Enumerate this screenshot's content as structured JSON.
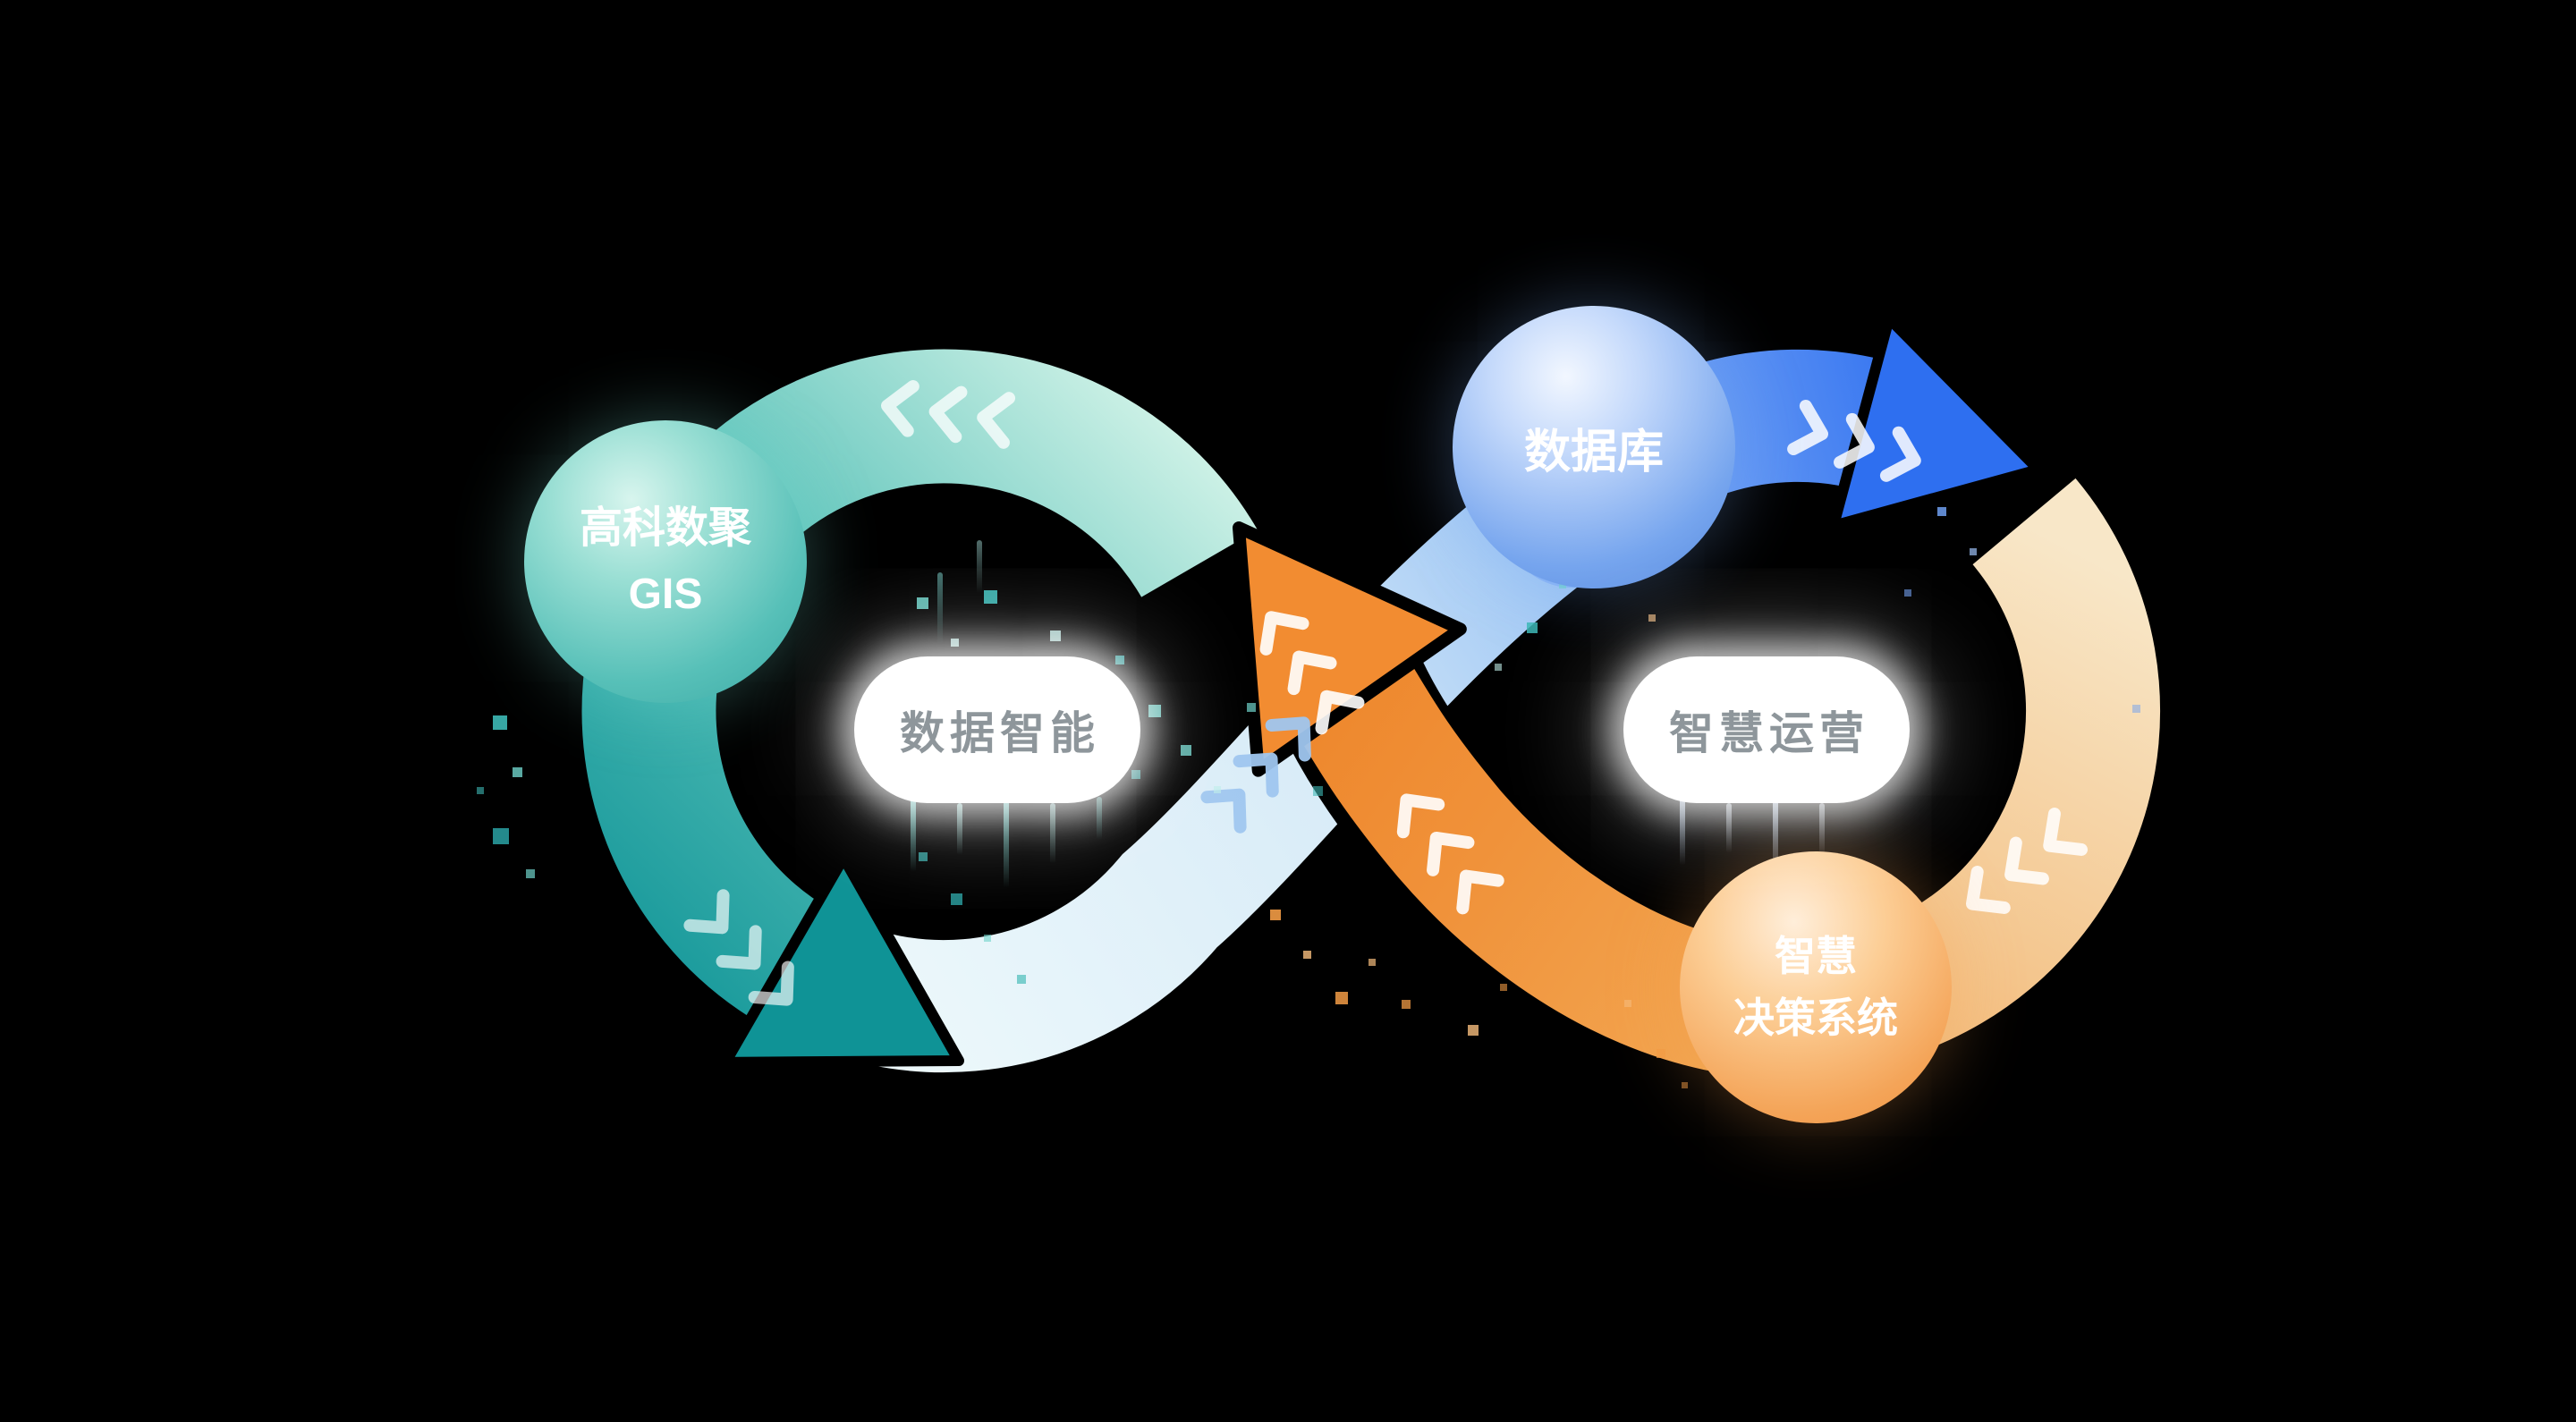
{
  "canvas": {
    "background": "#000000"
  },
  "nodes": {
    "gis": {
      "line1": "高科数聚",
      "line2": "GIS"
    },
    "database": {
      "label": "数据库"
    },
    "decision": {
      "line1": "智慧",
      "line2": "决策系统"
    }
  },
  "pills": {
    "left": {
      "label": "数据智能"
    },
    "right": {
      "label": "智慧运营"
    }
  },
  "colors": {
    "background": "#000000",
    "teal_light": "#cdf1e6",
    "teal": "#5fc4bb",
    "teal_dark": "#119598",
    "band_light": "#eef9fb",
    "band_light_blue": "#8cbaf3",
    "blue": "#2e6ff0",
    "blue_light": "#8ab5f6",
    "cream_light": "#f8e7c8",
    "cream": "#f3bd7e",
    "orange": "#ed8226",
    "orange_light": "#f3ac58",
    "pill_background": "#ffffff",
    "pill_text": "#8e969b",
    "sphere_text": "#ffffff"
  },
  "decor": {
    "dots": [
      [
        551,
        800,
        16,
        "#3db9b6",
        0.9
      ],
      [
        573,
        858,
        11,
        "#6fd3ca",
        0.8
      ],
      [
        551,
        926,
        18,
        "#2aa2a4",
        0.85
      ],
      [
        588,
        972,
        10,
        "#6fd3ca",
        0.7
      ],
      [
        533,
        880,
        8,
        "#3db9b6",
        0.6
      ],
      [
        1025,
        668,
        13,
        "#6fd3ca",
        0.85
      ],
      [
        1063,
        714,
        9,
        "#bfeee9",
        0.8
      ],
      [
        1100,
        660,
        15,
        "#3db9b6",
        0.9
      ],
      [
        1137,
        751,
        9,
        "#6fd3ca",
        0.75
      ],
      [
        1174,
        705,
        12,
        "#bfeee9",
        0.8
      ],
      [
        1247,
        733,
        10,
        "#3db9b6",
        0.8
      ],
      [
        1284,
        788,
        14,
        "#6fd3ca",
        0.85
      ],
      [
        1210,
        815,
        8,
        "#bfeee9",
        0.6
      ],
      [
        1265,
        861,
        10,
        "#3db9b6",
        0.7
      ],
      [
        1320,
        833,
        12,
        "#6fd3ca",
        0.8
      ],
      [
        1357,
        879,
        8,
        "#bfeee9",
        0.65
      ],
      [
        1394,
        786,
        10,
        "#6fd3ca",
        0.7
      ],
      [
        1468,
        879,
        11,
        "#3db9b6",
        0.6
      ],
      [
        1027,
        953,
        10,
        "#3db9b6",
        0.7
      ],
      [
        1063,
        999,
        13,
        "#2aa2a4",
        0.8
      ],
      [
        1100,
        1045,
        8,
        "#6fd3ca",
        0.6
      ],
      [
        1137,
        1090,
        10,
        "#3db9b6",
        0.65
      ],
      [
        1707,
        696,
        12,
        "#3db9b6",
        0.85
      ],
      [
        1743,
        650,
        8,
        "#6fd3ca",
        0.7
      ],
      [
        1671,
        742,
        8,
        "#bfeee9",
        0.6
      ],
      [
        2166,
        567,
        10,
        "#6f9ff0",
        0.85
      ],
      [
        2202,
        613,
        8,
        "#9cc0f6",
        0.7
      ],
      [
        2129,
        659,
        8,
        "#6f9ff0",
        0.6
      ],
      [
        2384,
        788,
        9,
        "#6f9ff0",
        0.5
      ],
      [
        1420,
        1017,
        12,
        "#f29b45",
        0.9
      ],
      [
        1457,
        1063,
        9,
        "#f6bd7d",
        0.8
      ],
      [
        1493,
        1109,
        14,
        "#f29b45",
        0.85
      ],
      [
        1530,
        1072,
        8,
        "#f6bd7d",
        0.7
      ],
      [
        1567,
        1118,
        10,
        "#f29b45",
        0.75
      ],
      [
        1641,
        1146,
        12,
        "#f6bd7d",
        0.8
      ],
      [
        1677,
        1100,
        8,
        "#f29b45",
        0.6
      ],
      [
        1852,
        1173,
        10,
        "#f29b45",
        0.7
      ],
      [
        1816,
        1118,
        8,
        "#f6bd7d",
        0.6
      ],
      [
        1806,
        641,
        10,
        "#f29b45",
        0.8
      ],
      [
        1843,
        687,
        8,
        "#f6bd7d",
        0.65
      ],
      [
        1880,
        1210,
        7,
        "#f29b45",
        0.5
      ]
    ],
    "streaks": [
      [
        1018,
        890,
        85,
        "rgba(130,225,218,0.85)"
      ],
      [
        1070,
        898,
        58,
        "rgba(180,240,235,0.7)"
      ],
      [
        1122,
        893,
        100,
        "rgba(130,225,218,0.8)"
      ],
      [
        1174,
        898,
        68,
        "rgba(180,240,235,0.6)"
      ],
      [
        1226,
        891,
        48,
        "rgba(130,225,218,0.5)"
      ],
      [
        1048,
        640,
        80,
        "rgba(130,225,218,0.5)"
      ],
      [
        1092,
        604,
        60,
        "rgba(180,240,235,0.45)"
      ],
      [
        1878,
        890,
        78,
        "rgba(205,225,250,0.75)"
      ],
      [
        1930,
        898,
        56,
        "rgba(225,238,255,0.6)"
      ],
      [
        1982,
        893,
        95,
        "rgba(205,225,250,0.75)"
      ],
      [
        2034,
        898,
        62,
        "rgba(225,238,255,0.55)"
      ]
    ]
  }
}
